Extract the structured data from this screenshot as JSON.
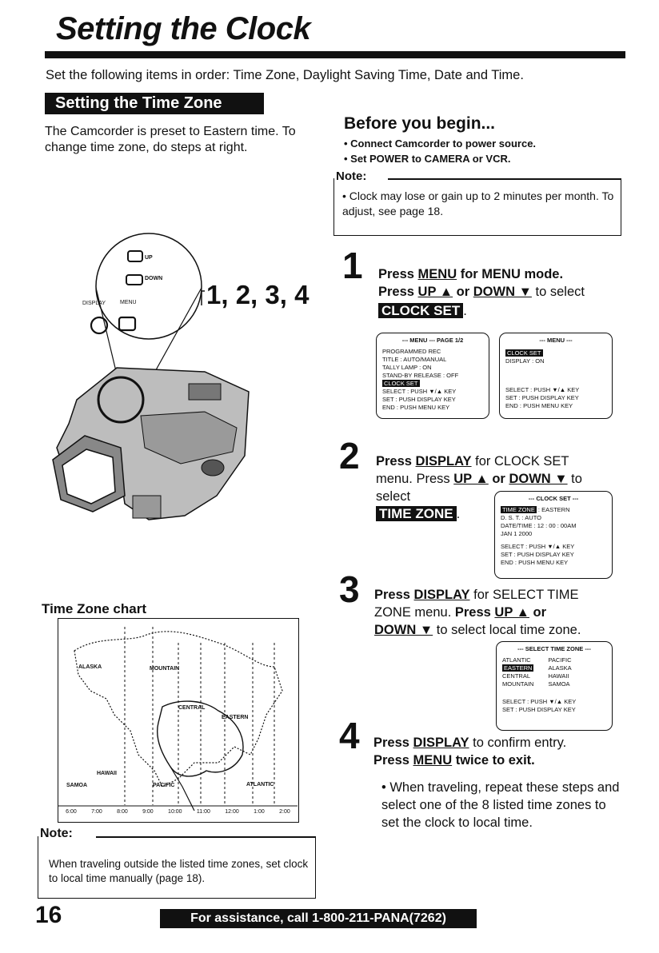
{
  "title": "Setting the Clock",
  "intro": "Set the following items in order: Time Zone, Daylight Saving Time, Date and Time.",
  "section_header": "Setting the Time Zone",
  "left_para": "The Camcorder is preset to Eastern time. To change time zone, do steps at right.",
  "before_begin": {
    "heading": "Before you begin...",
    "items": [
      "• Connect Camcorder to power source.",
      "• Set POWER to CAMERA or VCR."
    ]
  },
  "note_top": {
    "label": "Note:",
    "text": "• Clock may lose or gain up to 2 minutes per month. To adjust, see page 18."
  },
  "camera": {
    "up_label": "UP",
    "down_label": "DOWN",
    "display_label": "DISPLAY",
    "menu_label": "MENU",
    "callout": "1, 2, 3, 4"
  },
  "steps": {
    "s1": {
      "num": "1",
      "press": "Press ",
      "menu": "MENU",
      "for_menu": " for MENU mode.",
      "press2": "Press ",
      "up": "UP ▲",
      "or": " or ",
      "down": "DOWN ▼",
      "to_select": " to select",
      "target": "CLOCK SET",
      "period": "."
    },
    "s2": {
      "num": "2",
      "press": "Press ",
      "display": "DISPLAY",
      "for": " for CLOCK SET",
      "menu_press": "menu. Press ",
      "up": "UP ▲",
      "or": " or ",
      "down": "DOWN ▼",
      "to": " to",
      "select": "select",
      "target": "TIME ZONE",
      "period": "."
    },
    "s3": {
      "num": "3",
      "press": "Press ",
      "display": "DISPLAY",
      "for": " for SELECT TIME",
      "zone": "ZONE menu. ",
      "press_b": "Press ",
      "up": "UP ▲",
      "or": " or",
      "down": "DOWN ▼",
      "rest": " to select local time zone."
    },
    "s4": {
      "num": "4",
      "press": "Press ",
      "display": "DISPLAY",
      "confirm": " to confirm entry.",
      "press2": "Press ",
      "menu": "MENU",
      "twice": " twice to exit.",
      "bullet": "• When traveling, repeat these steps and select one of the 8 listed time zones to set the clock to local time."
    }
  },
  "screens": {
    "menu1": {
      "header": "--- MENU ---   PAGE 1/2",
      "rows": [
        "PROGRAMMED REC",
        "TITLE          : AUTO/MANUAL",
        "TALLY LAMP            : ON",
        "STAND-BY RELEASE : OFF"
      ],
      "selected": "CLOCK SET",
      "footer": [
        "SELECT : PUSH ▼/▲ KEY",
        "SET      : PUSH DISPLAY KEY",
        "END      : PUSH MENU KEY"
      ]
    },
    "menu2": {
      "header": "--- MENU ---",
      "selected": "CLOCK SET",
      "row": "DISPLAY       : ON",
      "footer": [
        "SELECT : PUSH ▼/▲ KEY",
        "SET      : PUSH DISPLAY KEY",
        "END      : PUSH MENU KEY"
      ]
    },
    "clock": {
      "header": "--- CLOCK SET ---",
      "selected": "TIME ZONE",
      "tz_value": " : EASTERN",
      "rows": [
        "D. S. T.        : AUTO",
        "DATE/TIME   : 12 : 00 : 00AM",
        "                        JAN  1  2000"
      ],
      "footer": [
        "SELECT : PUSH ▼/▲ KEY",
        "SET      : PUSH DISPLAY KEY",
        "END      : PUSH MENU KEY"
      ]
    },
    "tz": {
      "header": "--- SELECT TIME ZONE ---",
      "col1": [
        "ATLANTIC",
        "EASTERN",
        "CENTRAL",
        "MOUNTAIN"
      ],
      "col2": [
        "PACIFIC",
        "ALASKA",
        "HAWAII",
        "SAMOA"
      ],
      "footer": [
        "SELECT : PUSH ▼/▲ KEY",
        "SET      : PUSH DISPLAY KEY"
      ]
    }
  },
  "tz_chart": {
    "label": "Time Zone chart",
    "regions": [
      "ALASKA",
      "MOUNTAIN",
      "CENTRAL",
      "EASTERN",
      "HAWAII",
      "SAMOA",
      "PACIFIC",
      "ATLANTIC"
    ],
    "times": [
      "6:00",
      "7:00",
      "8:00",
      "9:00",
      "10:00",
      "11:00",
      "12:00",
      "1:00",
      "2:00"
    ]
  },
  "note_bottom": {
    "label": "Note:",
    "text": "When traveling outside the listed time zones, set clock to local time manually (page 18)."
  },
  "page_number": "16",
  "footer": "For assistance, call 1-800-211-PANA(7262)"
}
